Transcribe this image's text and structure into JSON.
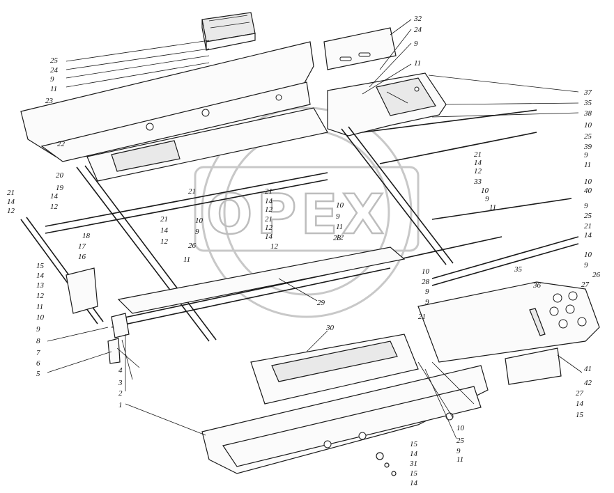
{
  "watermark": {
    "text": "OPEX"
  },
  "callouts": {
    "c25_top": "25",
    "c24_top": "24",
    "c9_top": "9",
    "c11_top": "11",
    "c23": "23",
    "c22": "22",
    "c20": "20",
    "c19": "19",
    "c14_a": "14",
    "c12_a": "12",
    "c21_l": "21",
    "c14_l": "14",
    "c12_l": "12",
    "c18": "18",
    "c17": "17",
    "c16": "16",
    "c15_l": "15",
    "c14_l2": "14",
    "c13": "13",
    "c12_l2": "12",
    "c11_l": "11",
    "c10_l": "10",
    "c9_l": "9",
    "c8": "8",
    "c7": "7",
    "c6": "6",
    "c5": "5",
    "c4": "4",
    "c3": "3",
    "c2": "2",
    "c1": "1",
    "c32": "32",
    "c24_r": "24",
    "c9_r": "9",
    "c11_r": "11",
    "c37": "37",
    "c35_r": "35",
    "c38": "38",
    "c10_r1": "10",
    "c25_r1": "25",
    "c39": "39",
    "c9_r1": "9",
    "c11_r1": "11",
    "c21_m1": "21",
    "c14_m1": "14",
    "c12_m1": "12",
    "c33": "33",
    "c10_m": "10",
    "c9_m": "9",
    "c11_m": "11",
    "c10_r2": "10",
    "c40": "40",
    "c9_r2": "9",
    "c25_r2": "25",
    "c21_r2": "21",
    "c14_r2": "14",
    "c10_r3": "10",
    "c9_r3": "9",
    "c26_r": "26",
    "c27_r": "27",
    "c36": "36",
    "c35_m": "35",
    "c21_c": "21",
    "c14_c": "14",
    "c12_c1": "12",
    "c21_c2": "21",
    "c21_c3": "21",
    "c12_c2": "12",
    "c14_c2": "14",
    "c12_c3": "12",
    "c10_c": "10",
    "c9_c": "9",
    "c26_c": "26",
    "c11_c": "11",
    "c21_b": "21",
    "c14_b": "14",
    "c12_b": "12",
    "c10_d": "10",
    "c9_d": "9",
    "c11_d": "11",
    "c12_d": "12",
    "c28": "28",
    "c10_e": "10",
    "c28_e": "28",
    "c9_e": "9",
    "c9_e2": "9",
    "c21_e": "21",
    "c29": "29",
    "c30": "30",
    "c41": "41",
    "c42": "42",
    "c27_b": "27",
    "c14_br": "14",
    "c15_br": "15",
    "c10_f": "10",
    "c25_f": "25",
    "c9_f": "9",
    "c11_f": "11",
    "c15_g": "15",
    "c14_g": "14",
    "c31": "31",
    "c15_g2": "15",
    "c14_g2": "14"
  }
}
